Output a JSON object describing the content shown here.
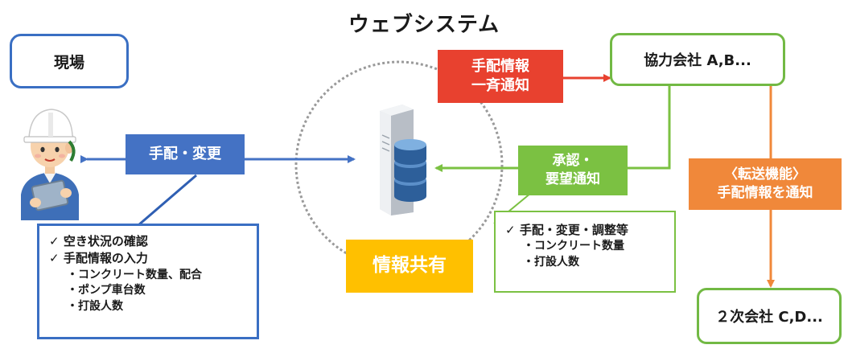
{
  "title": "ウェブシステム",
  "site": {
    "label": "現場"
  },
  "partner": {
    "label": "協力会社 A,B..."
  },
  "subcontractor": {
    "label": "２次会社 C,D..."
  },
  "labels": {
    "arrange_change": "手配・変更",
    "arrange_notify_line1": "手配情報",
    "arrange_notify_line2": "一斉通知",
    "approval_line1": "承認・",
    "approval_line2": "要望通知",
    "transfer_line1": "〈転送機能〉",
    "transfer_line2": "手配情報を通知",
    "info_share": "情報共有"
  },
  "site_tasks": {
    "items": [
      {
        "mark": "✓",
        "text": "空き状況の確認"
      },
      {
        "mark": "✓",
        "text": "手配情報の入力"
      }
    ],
    "details": [
      "・コンクリート数量、配合",
      "・ポンプ車台数",
      "・打設人数"
    ]
  },
  "partner_tasks": {
    "items": [
      {
        "mark": "✓",
        "text": "手配・変更・調整等"
      }
    ],
    "details": [
      "・コンクリート数量",
      "・打設人数"
    ]
  },
  "icons": {
    "worker": "worker-with-tablet-icon",
    "server": "database-server-icon"
  },
  "colors": {
    "blue": "#4472c4",
    "red": "#e8412f",
    "green": "#7bc142",
    "orange": "#f0883a",
    "yellow": "#ffc000"
  }
}
